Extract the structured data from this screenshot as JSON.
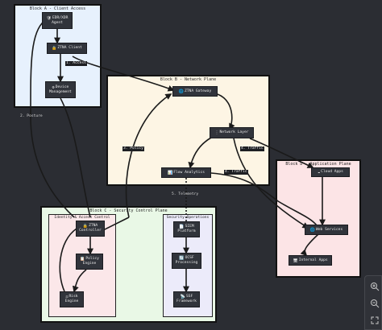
{
  "blocks": {
    "a": {
      "title": "Block A - Client Access"
    },
    "b": {
      "title": "Block B - Network Plane"
    },
    "c": {
      "title": "Block C - Security Control Plane"
    },
    "d": {
      "title": "Block D - Application Plane"
    }
  },
  "groups": {
    "iam": {
      "title": "Identity & Access Control"
    },
    "secops": {
      "title": "Security Operations"
    }
  },
  "nodes": {
    "edr": {
      "icon": "🛡",
      "line1": "EDR/XDR",
      "line2": "Agent"
    },
    "ztna_client": {
      "icon": "🔒",
      "line1": "ZTNA Client"
    },
    "device_mgmt": {
      "icon": "⚙",
      "line1": "Device",
      "line2": "Management"
    },
    "ztna_gateway": {
      "icon": "🌐",
      "line1": "ZTNA Gateway"
    },
    "network_layer": {
      "icon": "⋮",
      "line1": "Network Layer"
    },
    "flow_analytics": {
      "icon": "📊",
      "line1": "Flow Analytics"
    },
    "cloud_apps": {
      "icon": "☁",
      "line1": "Cloud Apps"
    },
    "web_services": {
      "icon": "🌐",
      "line1": "Web Services"
    },
    "internal_apps": {
      "icon": "🖥",
      "line1": "Internal Apps"
    },
    "ztna_controller": {
      "icon": "🔒",
      "line1": "ZTNA",
      "line2": "Controller"
    },
    "policy_engine": {
      "icon": "📋",
      "line1": "Policy",
      "line2": "Engine"
    },
    "risk_engine": {
      "icon": "⚖",
      "line1": "Risk",
      "line2": "Engine"
    },
    "siem": {
      "icon": "📄",
      "line1": "SIEM",
      "line2": "Platform"
    },
    "ocsf": {
      "icon": "🔄",
      "line1": "OCSF",
      "line2": "Processing"
    },
    "ssf": {
      "icon": "📡",
      "line1": "SSF",
      "line2": "Framework"
    }
  },
  "edge_labels": {
    "access": "1. Access",
    "posture": "2. Posture",
    "policy": "3. Policy",
    "traffic_net": "4. Traffic",
    "traffic_flow": "4. Traffic",
    "telemetry": "5. Telemetry"
  },
  "zoom": {
    "zoom_in_icon": "zoom-in-icon",
    "zoom_out_icon": "zoom-out-icon",
    "fit_icon": "fit-screen-icon"
  }
}
